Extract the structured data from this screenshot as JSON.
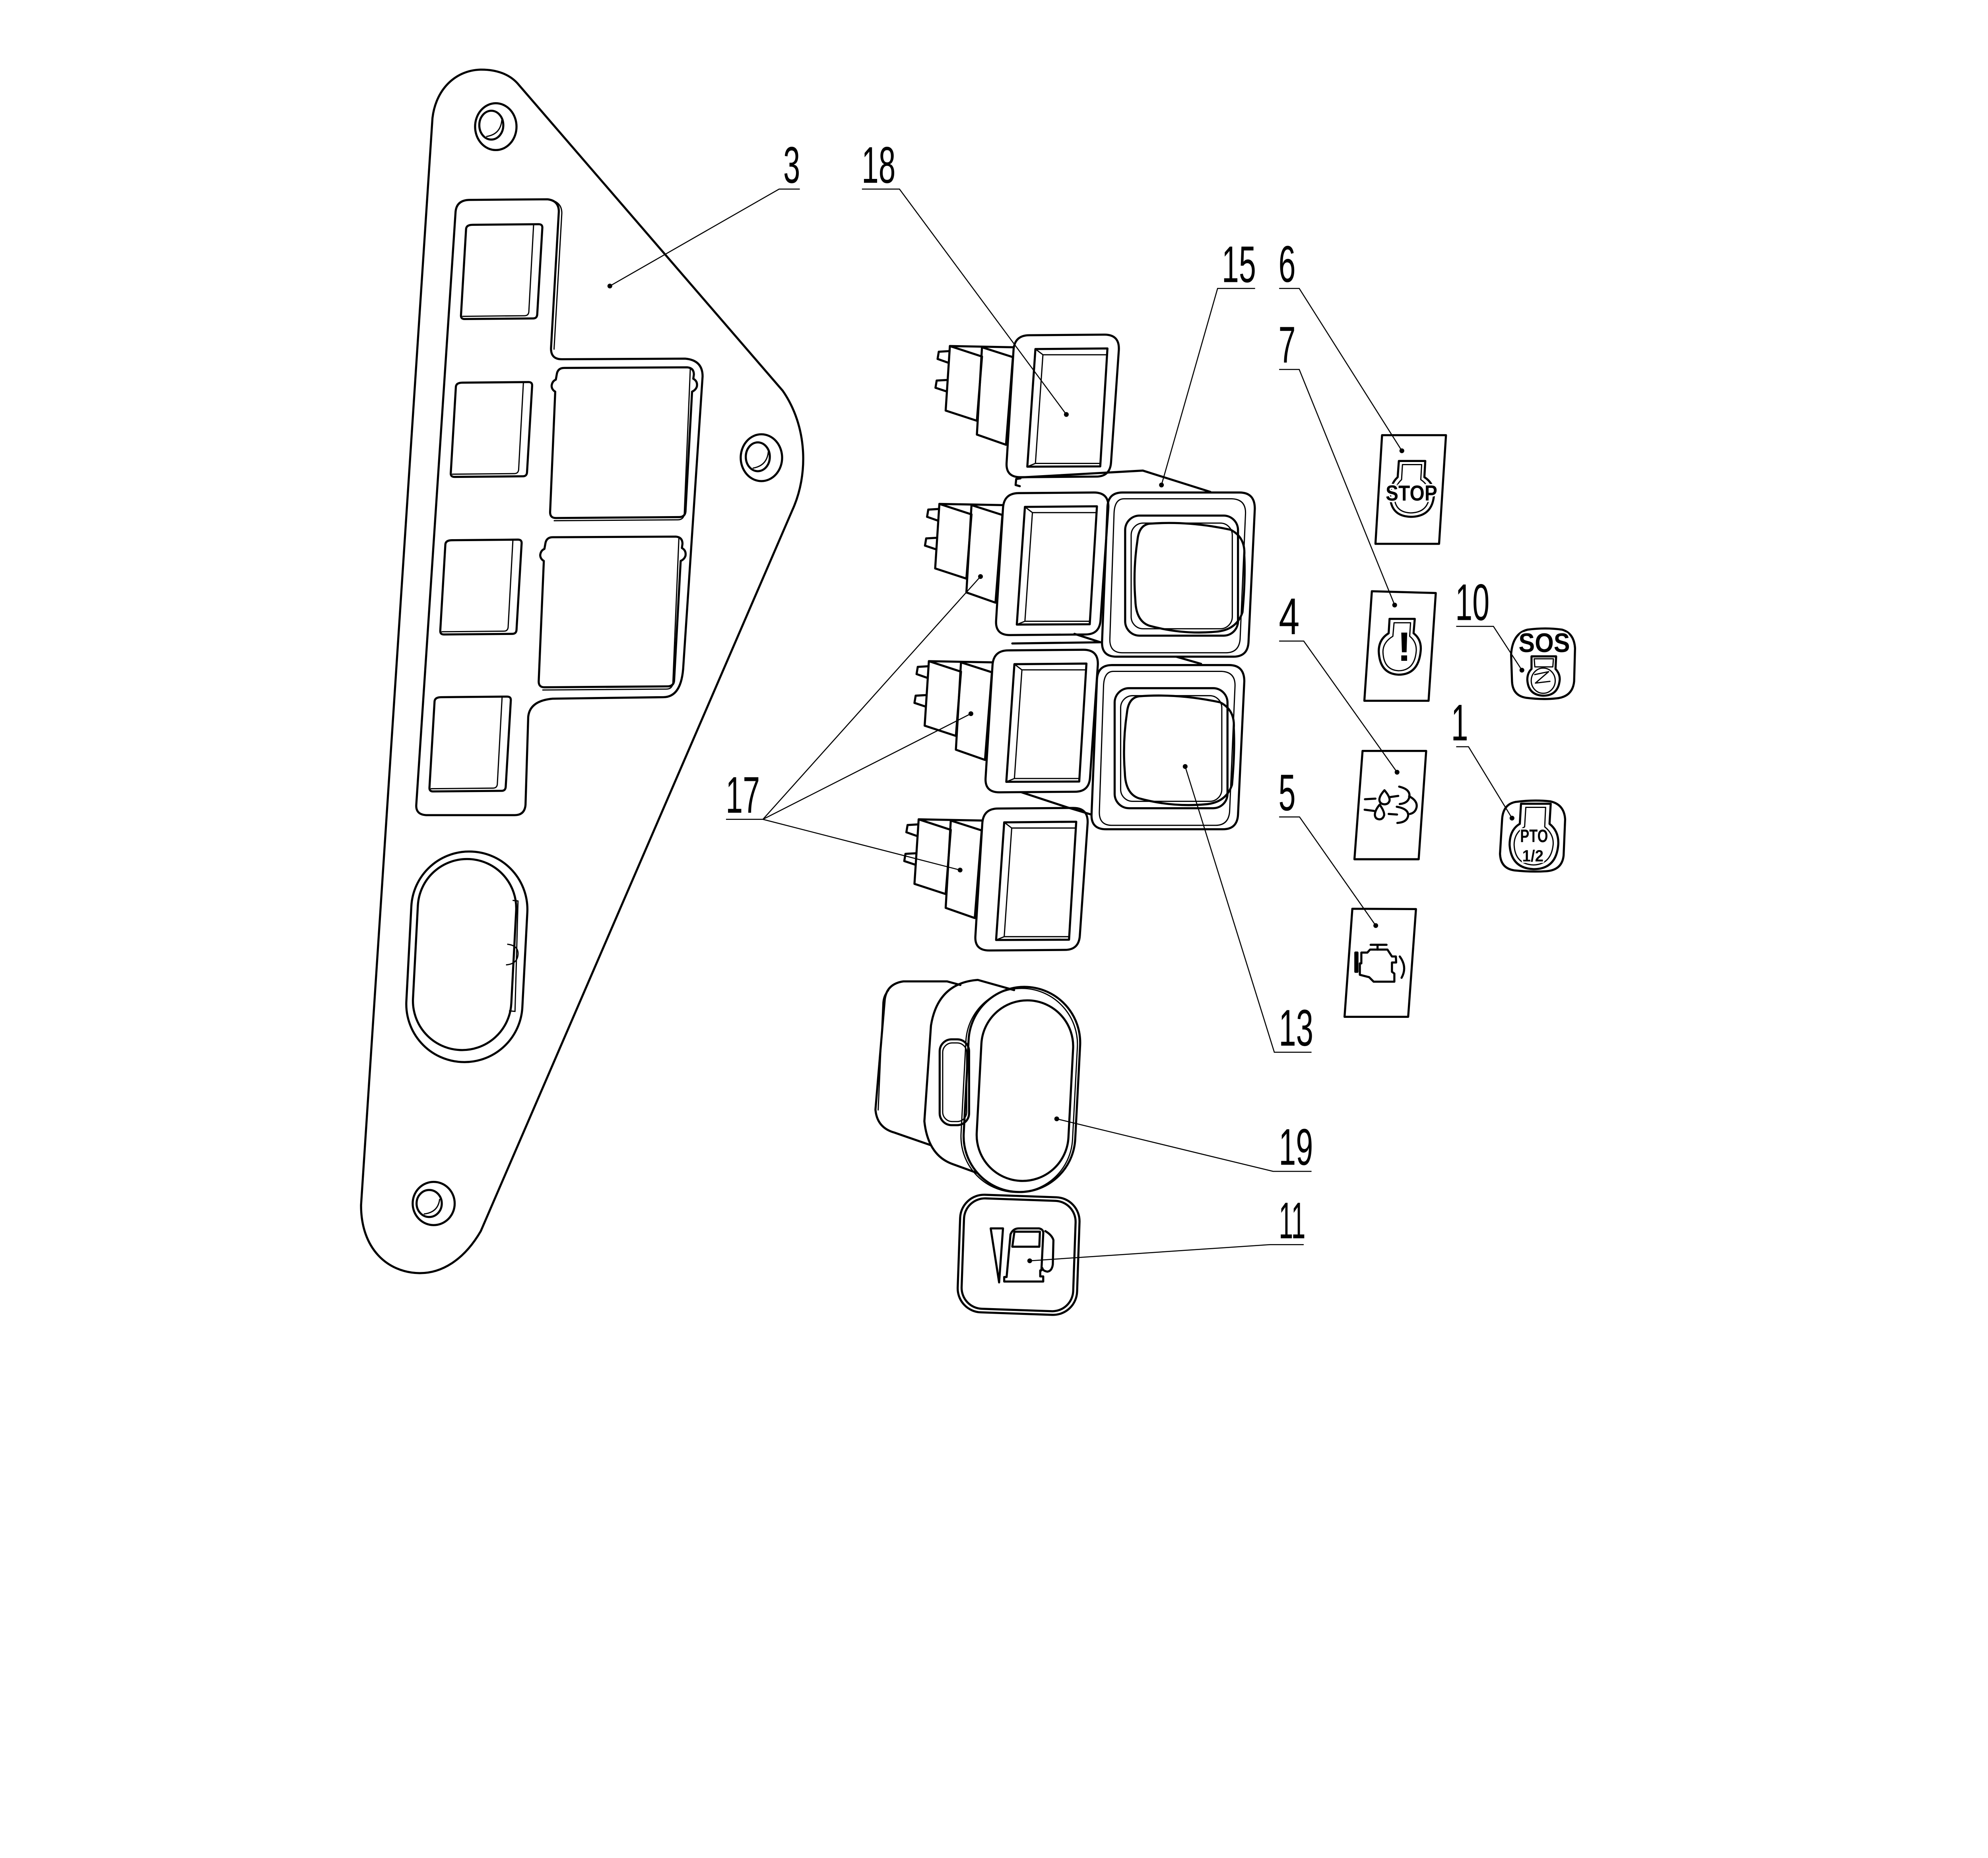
{
  "diagram": {
    "title_hidden": "",
    "colors": {
      "line": "#000000",
      "background": "#ffffff"
    },
    "callouts": [
      {
        "id": "3",
        "label": "3",
        "part": "dashboard-panel"
      },
      {
        "id": "18",
        "label": "18",
        "part": "rocker-switch-top"
      },
      {
        "id": "15",
        "label": "15",
        "part": "double-switch-housing"
      },
      {
        "id": "6",
        "label": "6",
        "part": "stop-decal"
      },
      {
        "id": "7",
        "label": "7",
        "part": "warning-decal"
      },
      {
        "id": "10",
        "label": "10",
        "part": "sos-cap"
      },
      {
        "id": "4",
        "label": "4",
        "part": "washer-decal"
      },
      {
        "id": "1",
        "label": "1",
        "part": "pto-cap"
      },
      {
        "id": "5",
        "label": "5",
        "part": "engine-decal"
      },
      {
        "id": "13",
        "label": "13",
        "part": "push-button"
      },
      {
        "id": "17",
        "label": "17",
        "part": "rocker-switches"
      },
      {
        "id": "19",
        "label": "19",
        "part": "oval-switch"
      },
      {
        "id": "11",
        "label": "11",
        "part": "fuel-cap"
      }
    ],
    "icons": {
      "stop": {
        "name": "engine-stop-icon",
        "text": "STOP"
      },
      "warning": {
        "name": "engine-warning-icon",
        "text": "!"
      },
      "sos": {
        "name": "sos-icon",
        "text": "SOS"
      },
      "pto": {
        "name": "pto-icon",
        "line1": "PTO",
        "line2": "1/2"
      },
      "washer": {
        "name": "washer-icon"
      },
      "engine": {
        "name": "check-engine-icon"
      },
      "fuel": {
        "name": "fuel-pump-icon"
      }
    }
  }
}
